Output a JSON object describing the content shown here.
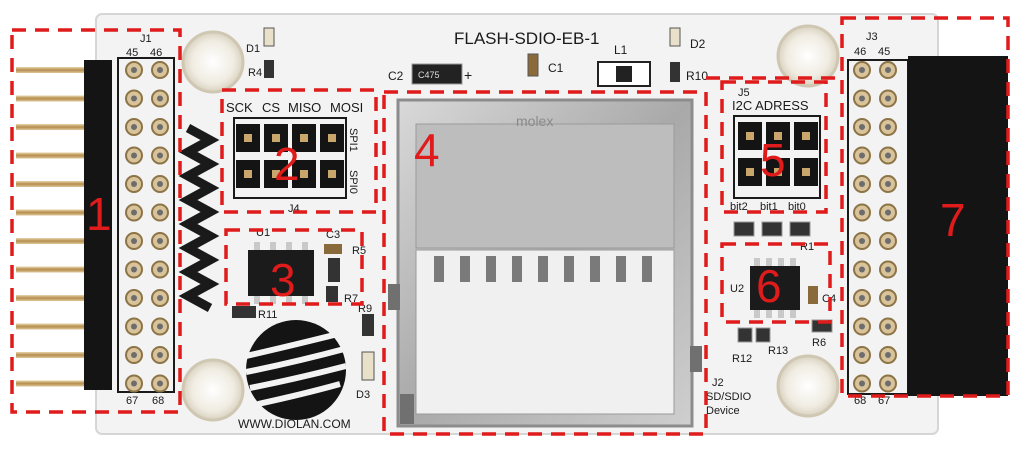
{
  "board": {
    "title": "FLASH-SDIO-EB-1",
    "website": "WWW.DIOLAN.COM",
    "spi_labels": {
      "sck": "SCK",
      "cs": "CS",
      "miso": "MISO",
      "mosi": "MOSI",
      "spi1": "SPI1",
      "spi0": "SPI0"
    },
    "i2c_label": "I2C ADRESS",
    "bit_labels": [
      "bit2",
      "bit1",
      "bit0"
    ],
    "sd_label_line1": "SD/SDIO",
    "sd_label_line2": "Device",
    "molex": "molex",
    "cap_text": "C475"
  },
  "refdes": {
    "j1": "J1",
    "j1_top_a": "45",
    "j1_top_b": "46",
    "j1_bot_a": "67",
    "j1_bot_b": "68",
    "j3": "J3",
    "j3_top_a": "46",
    "j3_top_b": "45",
    "j3_bot_a": "68",
    "j3_bot_b": "67",
    "j4": "J4",
    "j5": "J5",
    "j2": "J2",
    "d1": "D1",
    "d2": "D2",
    "d3": "D3",
    "r4": "R4",
    "r10": "R10",
    "r5": "R5",
    "r7": "R7",
    "r11": "R11",
    "r9": "R9",
    "r1": "R1",
    "r12": "R12",
    "r13": "R13",
    "r6": "R6",
    "c1": "C1",
    "c2": "C2",
    "c3": "C3",
    "c4": "C4",
    "l1": "L1",
    "u1": "U1",
    "u2": "U2",
    "plus": "+"
  },
  "callouts": [
    "1",
    "2",
    "3",
    "4",
    "5",
    "6",
    "7"
  ],
  "colors": {
    "pcb": "#f3f3f3",
    "pcb_edge": "#d6d6d6",
    "header_black": "#141414",
    "pin_gold": "#c9a66b",
    "annotation_red": "#e01b1b",
    "silk": "#1a1a1a"
  }
}
